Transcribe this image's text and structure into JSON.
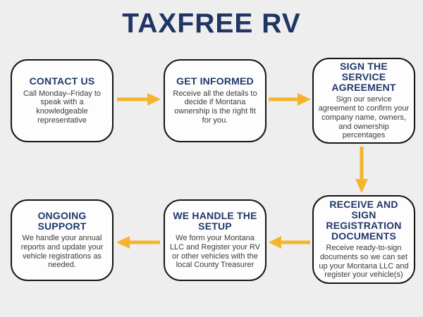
{
  "page": {
    "title": "TAXFREE RV",
    "background_color": "#efeeee"
  },
  "colors": {
    "title_text": "#1e3566",
    "step_heading": "#21386b",
    "step_body": "#3a3a3a",
    "box_background": "#fdfdfd",
    "box_border": "#151515",
    "arrow": "#f5b42d"
  },
  "steps": [
    {
      "position": "top-left",
      "title": "CONTACT US",
      "body": "Call Monday–Friday to speak with a knowledgeable representative"
    },
    {
      "position": "top-center",
      "title": "GET INFORMED",
      "body": "Receive all the details to decide if Montana ownership is the right fit for you."
    },
    {
      "position": "top-right",
      "title": "SIGN THE SERVICE AGREEMENT",
      "body": "Sign our service agreement to confirm your company name, owners, and ownership percentages"
    },
    {
      "position": "bottom-left",
      "title": "ONGOING SUPPORT",
      "body": "We handle your annual reports and update your vehicle registrations as needed."
    },
    {
      "position": "bottom-center",
      "title": "WE HANDLE THE SETUP",
      "body": "We form your Montana LLC and Register your RV or other vehicles with the local County Treasurer"
    },
    {
      "position": "bottom-right",
      "title": "RECEIVE AND SIGN REGISTRATION DOCUMENTS",
      "body": "Receive ready-to-sign documents so we can set up your Montana LLC and register your vehicle(s)"
    }
  ],
  "arrows": [
    {
      "from": "CONTACT US",
      "to": "GET INFORMED",
      "direction": "right"
    },
    {
      "from": "GET INFORMED",
      "to": "SIGN THE SERVICE AGREEMENT",
      "direction": "right"
    },
    {
      "from": "SIGN THE SERVICE AGREEMENT",
      "to": "RECEIVE AND SIGN REGISTRATION DOCUMENTS",
      "direction": "down"
    },
    {
      "from": "RECEIVE AND SIGN REGISTRATION DOCUMENTS",
      "to": "WE HANDLE THE SETUP",
      "direction": "left"
    },
    {
      "from": "WE HANDLE THE SETUP",
      "to": "ONGOING SUPPORT",
      "direction": "left"
    }
  ]
}
